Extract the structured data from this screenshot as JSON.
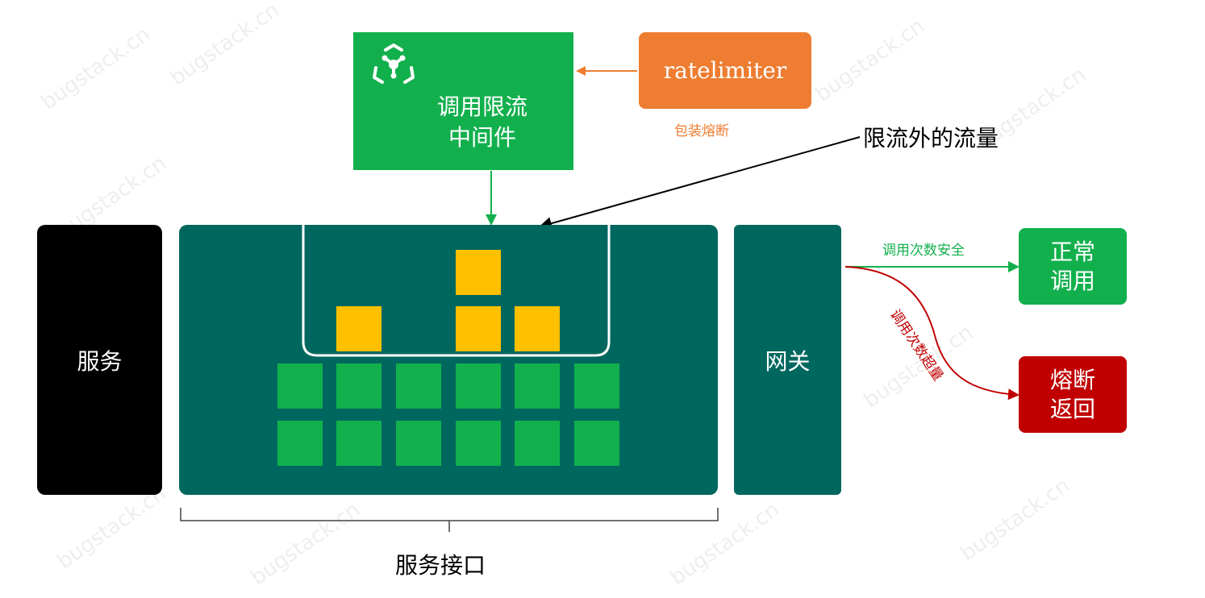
{
  "nodes": {
    "service": "服务",
    "gateway": "网关",
    "middleware": "调用限流中间件",
    "ratelimiter": "ratelimiter",
    "normal_call": "正常调用",
    "circuit_return": "熔断返回"
  },
  "labels": {
    "wrap_breaker": "包装熔断",
    "overflow_traffic": "限流外的流量",
    "call_safe": "调用次数安全",
    "call_exceeded": "调用次数超量",
    "service_interface": "服务接口"
  },
  "watermark": "bugstack.cn",
  "colors": {
    "dark_teal": "#00675f",
    "green": "#12b04d",
    "orange": "#ee7d31",
    "red": "#c00000",
    "yellow": "#ffc000"
  }
}
